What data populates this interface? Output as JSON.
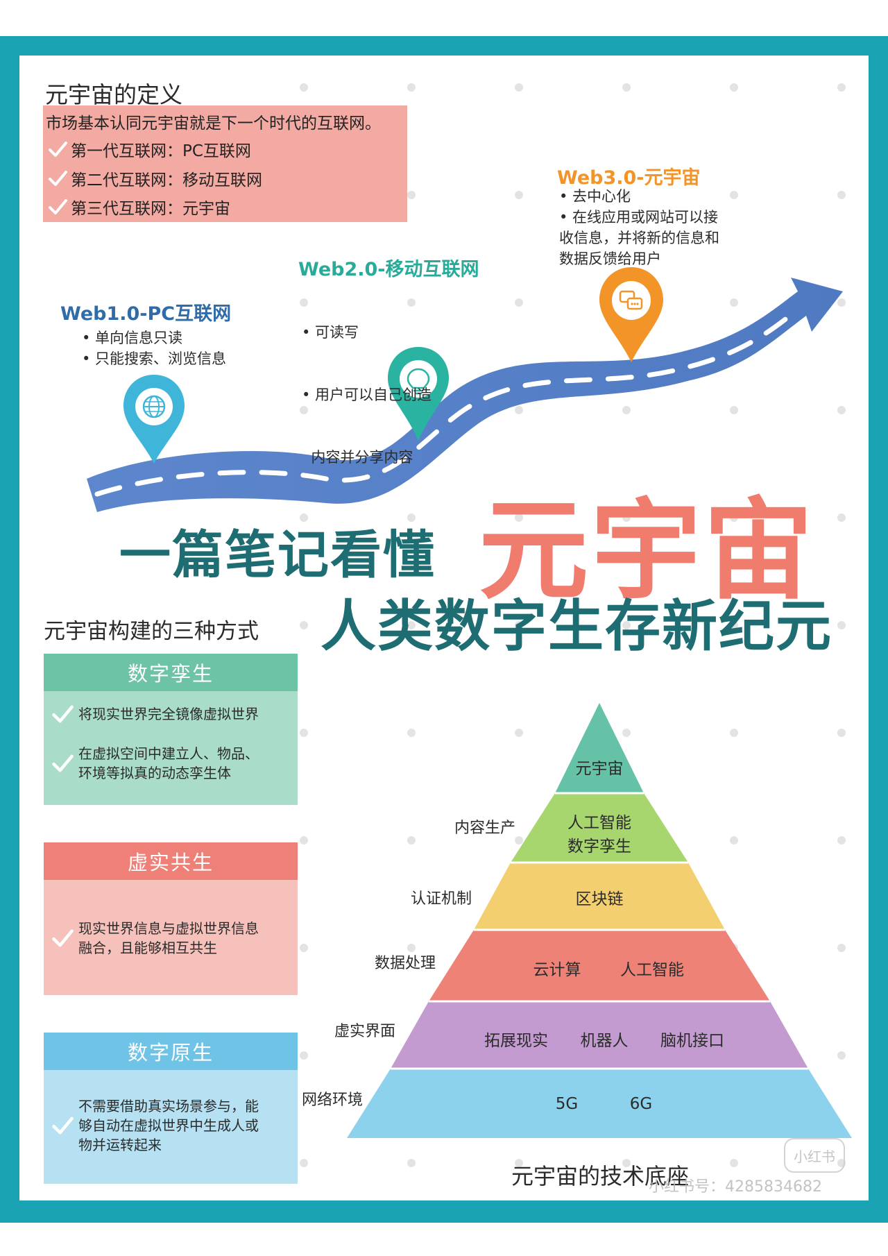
{
  "colors": {
    "frame": "#1aa3b2",
    "road": "#5b83c9",
    "headline_teal": "#1d6d73",
    "headline_coral": "#ef7c6d",
    "pin_blue": "#3fb5d9",
    "pin_teal": "#2ab3a1",
    "pin_orange": "#f29428"
  },
  "definition": {
    "title": "元宇宙的定义",
    "intro": "市场基本认同元宇宙就是下一个时代的互联网。",
    "items": [
      "第一代互联网：PC互联网",
      "第二代互联网：移动互联网",
      "第三代互联网：元宇宙"
    ]
  },
  "web1": {
    "title": "Web1.0-PC互联网",
    "bullets": [
      "• 单向信息只读",
      "• 只能搜索、浏览信息"
    ],
    "icon": "globe-icon"
  },
  "web2": {
    "title": "Web2.0-移动互联网",
    "bullets": [
      "• 可读写",
      "• 用户可以自己创造",
      "  内容并分享内容"
    ],
    "icon": "lightbulb-icon"
  },
  "web3": {
    "title": "Web3.0-元宇宙",
    "bullets": [
      "• 去中心化",
      "• 在线应用或网站可以接",
      "收信息，并将新的信息和",
      "数据反馈给用户"
    ],
    "icon": "chat-icon"
  },
  "headline": {
    "line1": "一篇笔记看懂",
    "big": "元宇宙",
    "line2": "人类数字生存新纪元"
  },
  "ways": {
    "title": "元宇宙构建的三种方式",
    "cards": [
      {
        "title": "数字孪生",
        "head_color": "#6cc3a5",
        "body_color": "#a9dcc9",
        "items": [
          [
            "将现实世界完全镜像虚拟世界"
          ],
          [
            "在虚拟空间中建立人、物品、",
            "环境等拟真的动态孪生体"
          ]
        ]
      },
      {
        "title": "虚实共生",
        "head_color": "#ef8078",
        "body_color": "#f6c1bb",
        "items": [
          [
            "现实世界信息与虚拟世界信息",
            "融合，且能够相互共生"
          ]
        ]
      },
      {
        "title": "数字原生",
        "head_color": "#6fc3e6",
        "body_color": "#b5e1f2",
        "items": [
          [
            "不需要借助真实场景参与，能",
            "够自动在虚拟世界中生成人或",
            "物并运转起来"
          ]
        ]
      }
    ]
  },
  "pyramid": {
    "title": "元宇宙的技术底座",
    "layers": [
      {
        "side_label": "",
        "texts": [
          "元宇宙"
        ],
        "color": "#66c2a6"
      },
      {
        "side_label": "内容生产",
        "texts": [
          "人工智能",
          "数字孪生"
        ],
        "color": "#a7d66f"
      },
      {
        "side_label": "认证机制",
        "texts": [
          "区块链"
        ],
        "color": "#f4cf6f"
      },
      {
        "side_label": "数据处理",
        "texts": [
          "云计算",
          "人工智能"
        ],
        "color": "#ef8276"
      },
      {
        "side_label": "虚实界面",
        "texts": [
          "拓展现实",
          "机器人",
          "脑机接口"
        ],
        "color": "#c39bd0"
      },
      {
        "side_label": "网络环境",
        "texts": [
          "5G",
          "6G"
        ],
        "color": "#8dd2ec"
      }
    ]
  },
  "watermark": {
    "logo": "小红书",
    "account": "小红书号：4285834682"
  }
}
